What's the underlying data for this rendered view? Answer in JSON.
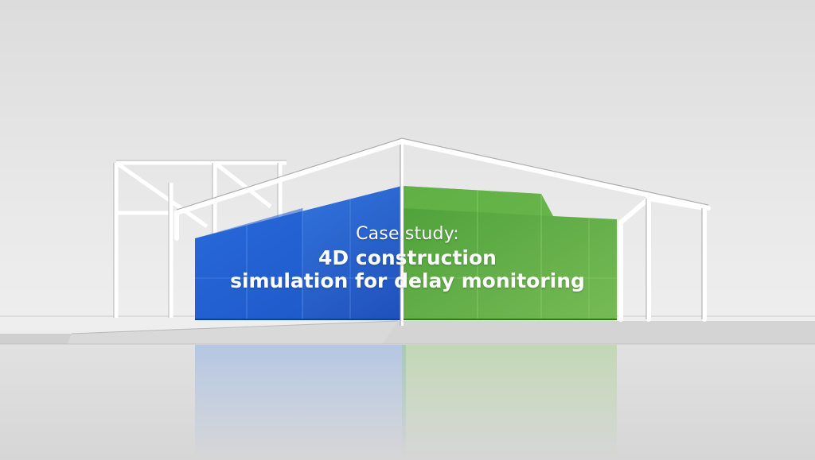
{
  "hero": {
    "line1": "Case study:",
    "line2": "4D construction",
    "line3": "simulation for delay monitoring"
  },
  "colors": {
    "blue_volume": "#1f64d6",
    "green_volume": "#4e9f2c",
    "frame": "#ffffff",
    "background": "#e9e9e9"
  }
}
